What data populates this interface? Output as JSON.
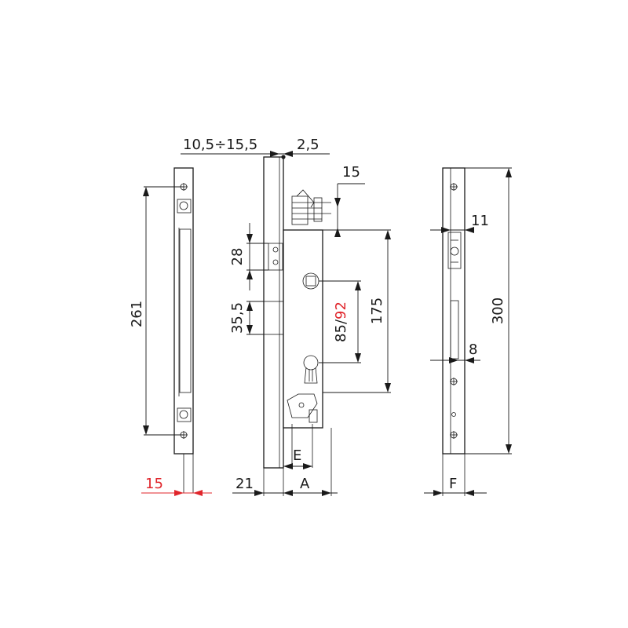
{
  "labels": {
    "backset_range": "10,5÷15,5",
    "faceplate_thickness": "2,5",
    "top_offset": "15",
    "keeper_height": "261",
    "keeper_width": "15",
    "latch_height": "28",
    "bolt_height": "35,5",
    "center_distance_main": "85/",
    "center_distance_alt": "92",
    "handle_to_top": "175",
    "dim_21": "21",
    "dim_E": "E",
    "dim_A": "A",
    "faceplate_offset": "11",
    "faceplate_length": "300",
    "faceplate_gap": "8",
    "dim_F": "F"
  },
  "colors": {
    "line": "#1a1a1a",
    "accent": "#e0252b"
  }
}
